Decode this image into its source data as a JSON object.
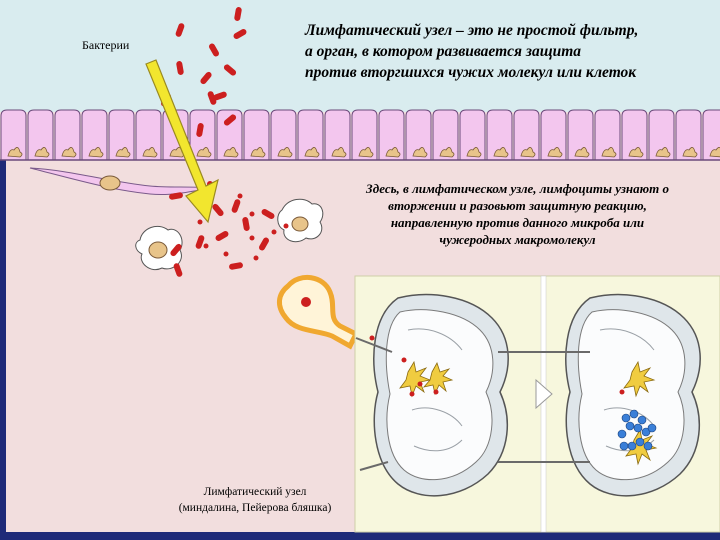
{
  "labels": {
    "bacteria": "Бактерии",
    "title_lines": [
      "Лимфатический узел – это не простой фильтр,",
      "а орган, в котором развивается защита",
      "против вторгшихся чужих молекул или клеток"
    ],
    "description_lines": [
      "Здесь, в лимфатическом узле, лимфоциты узнают о",
      "вторжении и разовьют защитную реакцию,",
      "направленную против данного микроба или",
      "чужеродных макромолекул"
    ],
    "caption_lines": [
      "Лимфатический узел",
      "(миндалина, Пейерова бляшка)"
    ]
  },
  "colors": {
    "background_top": "#d9ecef",
    "background_tissue": "#f2dede",
    "epithelium_fill": "#f3c6ee",
    "epithelium_nucleus": "#e8c48a",
    "bacteria": "#cc1f1f",
    "arrow": "#f2e62e",
    "lymph_vessel": "#f0a830",
    "inset_background": "#f7f7dd",
    "lymph_node": "#dfe6ea",
    "lymphocyte_blue": "#3a7fd8",
    "dendritic_cell": "#f0cc40"
  },
  "icons": [
    "bacteria-icon",
    "yellow-arrow-icon",
    "lymph-node-diagram"
  ]
}
